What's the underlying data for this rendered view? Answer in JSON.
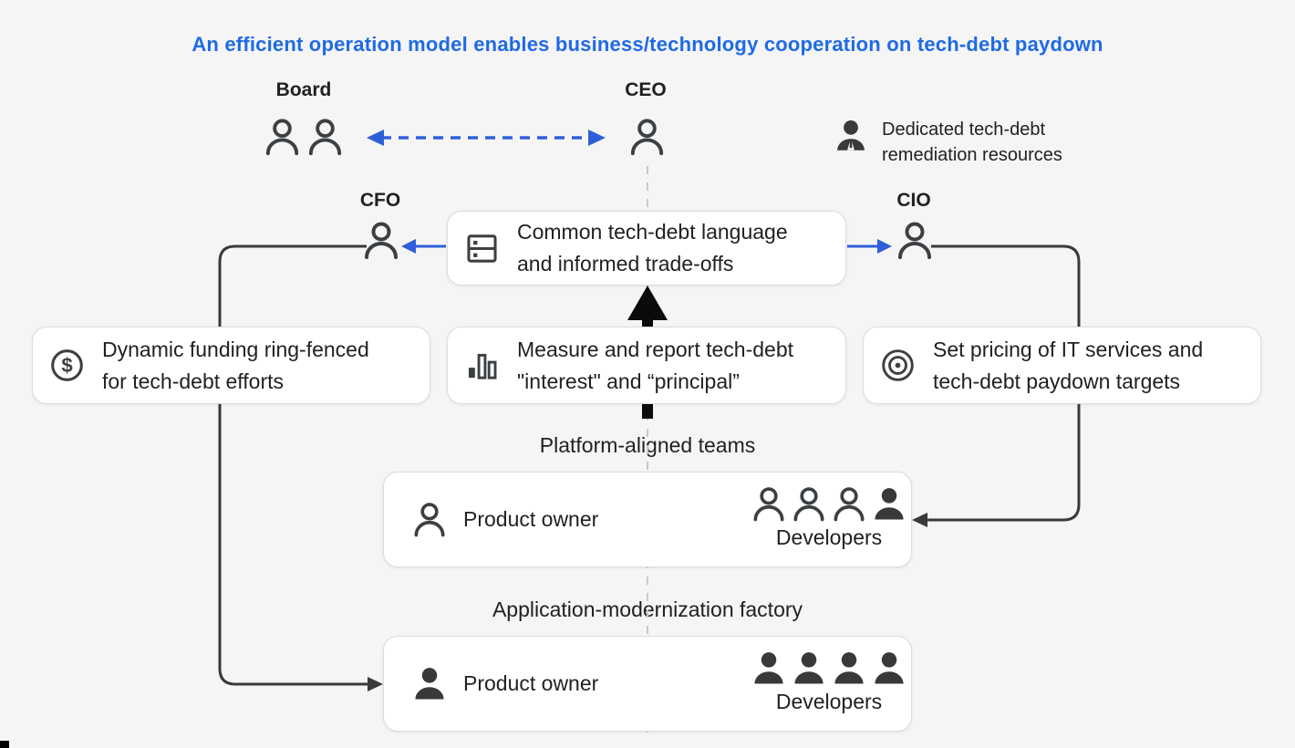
{
  "title": "An efficient operation model enables business/technology cooperation on tech-debt paydown",
  "colors": {
    "accent_blue": "#1f6ae5",
    "arrow_blue": "#2e5fd8",
    "line_dark": "#37393b",
    "icon_ink": "#3c4043",
    "background": "#f5f5f6"
  },
  "actors": {
    "board": "Board",
    "ceo": "CEO",
    "cfo": "CFO",
    "cio": "CIO"
  },
  "legend": {
    "line1": "Dedicated tech-debt",
    "line2": "remediation resources",
    "icon": "dedicated-person-icon"
  },
  "cards": {
    "common": {
      "icon": "dns-icon",
      "line1": "Common tech-debt language",
      "line2": "and informed trade-offs"
    },
    "funding": {
      "icon": "dollar-icon",
      "line1": "Dynamic funding ring-fenced",
      "line2": "for tech-debt efforts"
    },
    "measure": {
      "icon": "bar-chart-icon",
      "line1": "Measure and report tech-debt",
      "line2": "\"interest\" and “principal”"
    },
    "pricing": {
      "icon": "target-icon",
      "line1": "Set pricing of IT services and",
      "line2": "tech-debt paydown targets"
    }
  },
  "teams": {
    "platform": {
      "label": "Platform-aligned teams",
      "owner": "Product owner",
      "developers": "Developers"
    },
    "factory": {
      "label": "Application-modernization factory",
      "owner": "Product owner",
      "developers": "Developers"
    }
  }
}
